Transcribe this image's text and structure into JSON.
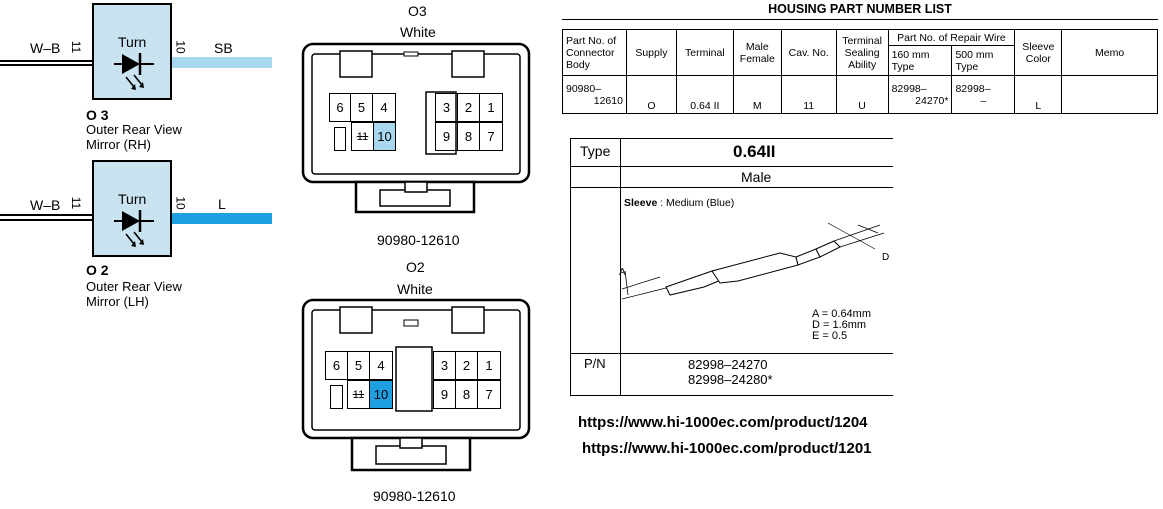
{
  "colors": {
    "box_fill": "#c9e4f0",
    "sb_wire": "#a8d8f0",
    "l_wire": "#1ea0e0",
    "pin10_o3": "#a8d8f0",
    "pin10_o2": "#1ea0e0"
  },
  "wiring": {
    "o3": {
      "left_wire": "W–B",
      "left_pin": "11",
      "box_label": "Turn",
      "right_pin": "10",
      "right_wire": "SB",
      "code": "O 3",
      "name_line1": "Outer Rear View",
      "name_line2": "Mirror (RH)"
    },
    "o2": {
      "left_wire": "W–B",
      "left_pin": "11",
      "box_label": "Turn",
      "right_pin": "10",
      "right_wire": "L",
      "code": "O 2",
      "name_line1": "Outer Rear View",
      "name_line2": "Mirror (LH)"
    }
  },
  "connectors": {
    "o3": {
      "code": "O3",
      "color": "White",
      "part": "90980-12610",
      "top_left": [
        "6",
        "5",
        "4"
      ],
      "top_right": [
        "3",
        "2",
        "1"
      ],
      "bottom_mid": [
        "11",
        "10"
      ],
      "bottom_right": [
        "9",
        "8",
        "7"
      ]
    },
    "o2": {
      "code": "O2",
      "color": "White",
      "part": "90980-12610",
      "top_left": [
        "6",
        "5",
        "4"
      ],
      "top_right": [
        "3",
        "2",
        "1"
      ],
      "bottom_mid": [
        "11",
        "10"
      ],
      "bottom_right": [
        "9",
        "8",
        "7"
      ]
    }
  },
  "housing": {
    "title": "HOUSING PART NUMBER LIST",
    "headers": {
      "part_no_line1": "Part No. of",
      "part_no_line2": "Connector",
      "part_no_line3": "Body",
      "supply": "Supply",
      "terminal": "Terminal",
      "male_female_line1": "Male",
      "male_female_line2": "Female",
      "cav": "Cav. No.",
      "sealing_line1": "Terminal",
      "sealing_line2": "Sealing",
      "sealing_line3": "Ability",
      "repair_wire": "Part No. of Repair Wire",
      "w160_line1": "160 mm",
      "w160_line2": "Type",
      "w500_line1": "500 mm",
      "w500_line2": "Type",
      "sleeve_line1": "Sleeve",
      "sleeve_line2": "Color",
      "memo": "Memo"
    },
    "row": {
      "part_line1": "90980–",
      "part_line2": "12610",
      "supply": "O",
      "terminal": "0.64 II",
      "male_female": "M",
      "cav": "11",
      "sealing": "U",
      "w160_line1": "82998–",
      "w160_line2": "24270*",
      "w500_line1": "82998–",
      "w500_line2": "–",
      "sleeve": "L",
      "memo": ""
    }
  },
  "terminal": {
    "type_label": "Type",
    "type_value": "0.64II",
    "gender": "Male",
    "sleeve_label": "Sleeve",
    "sleeve_value": " : Medium (Blue)",
    "dim_a_label": "A",
    "dim_d_label": "D",
    "dim_a": "A = 0.64mm",
    "dim_d": "D = 1.6mm",
    "dim_e": "E = 0.5",
    "pn_label": "P/N",
    "pn1": "82998–24270",
    "pn2": "82998–24280*"
  },
  "links": {
    "url1": "https://www.hi-1000ec.com/product/1204",
    "url2": "https://www.hi-1000ec.com/product/1201"
  }
}
